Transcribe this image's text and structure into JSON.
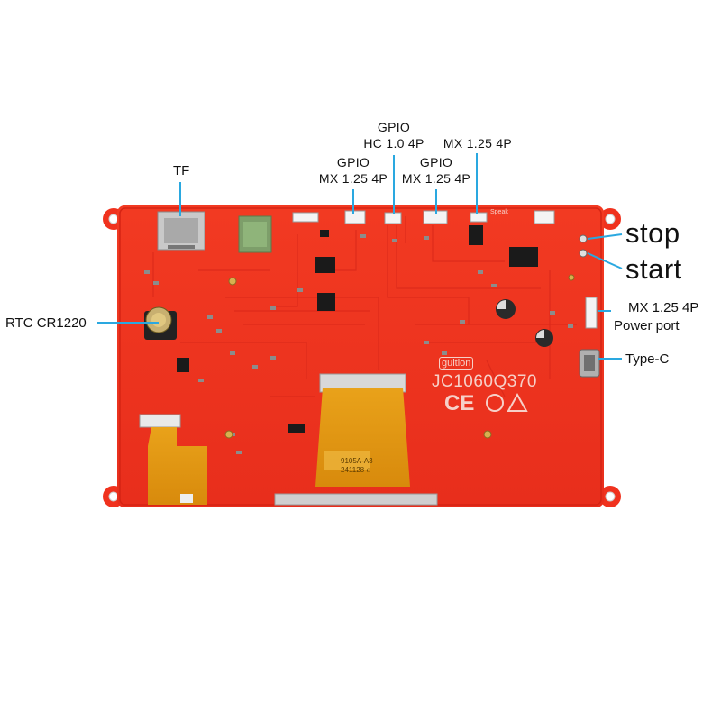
{
  "labels": {
    "tf": "TF",
    "gpio_left_1": "GPIO",
    "gpio_left_2": "MX 1.25 4P",
    "gpio_mid_1": "GPIO",
    "gpio_mid_2": "HC 1.0 4P",
    "gpio_right_1": "GPIO",
    "gpio_right_2": "MX 1.25 4P",
    "speaker": "MX 1.25 4P",
    "stop": "stop",
    "start": "start",
    "power_1": "MX 1.25 4P",
    "power_2": "Power port",
    "typec": "Type-C",
    "rtc": "RTC CR1220"
  },
  "board": {
    "brand": "guition",
    "model": "JC1060Q370",
    "cert": "CE",
    "speak": "Speak",
    "fpc_code1": "9105A-A3",
    "fpc_code2": "241128 ℮"
  },
  "colors": {
    "pcb": "#f0321e",
    "leader": "#2aa8e0",
    "fpc": "#e8a010"
  }
}
